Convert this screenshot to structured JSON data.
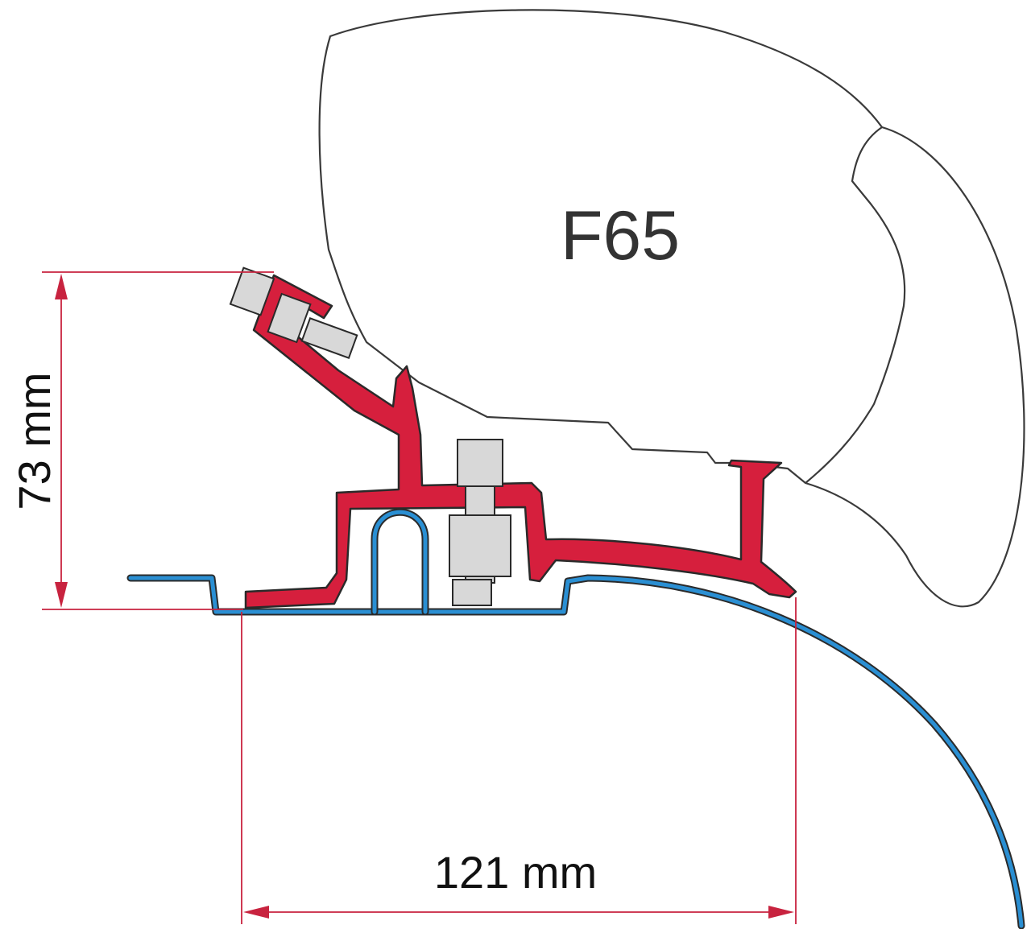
{
  "diagram": {
    "model_label": "F65",
    "height_dimension": "73 mm",
    "width_dimension": "121 mm"
  },
  "colors": {
    "bracket": "#d61f3d",
    "vehicle_profile": "#2a8fd3",
    "dimension_lines": "#c8233f",
    "outline": "#2a2a2a"
  }
}
